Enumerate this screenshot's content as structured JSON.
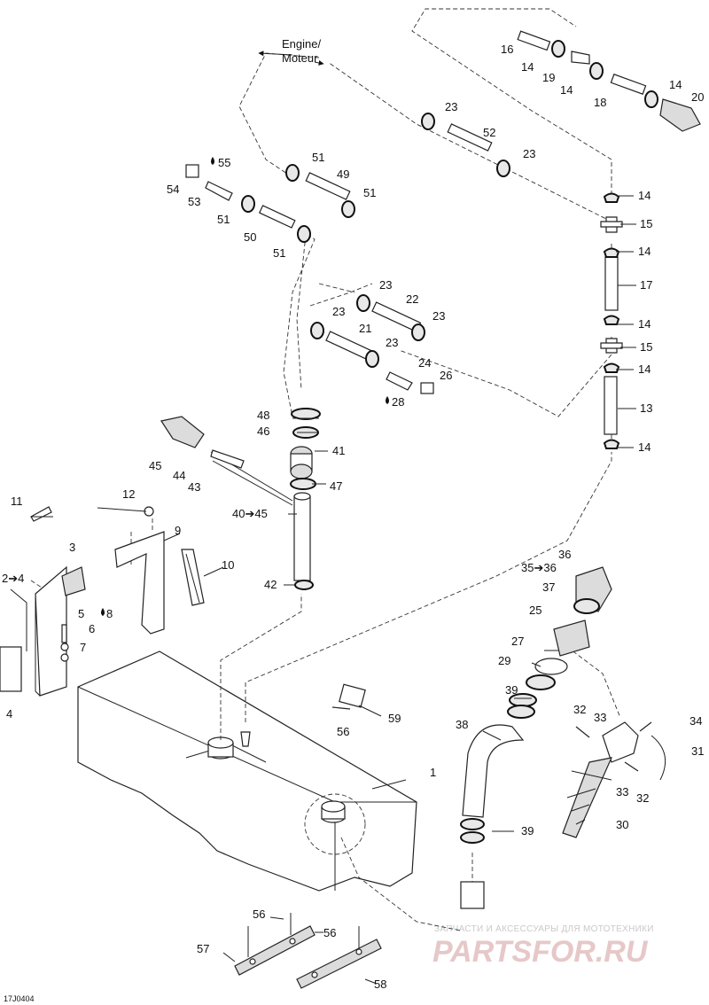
{
  "engine_label_line1": "Engine/",
  "engine_label_line2": "Moteur",
  "diagram_code": "17J0404",
  "watermark_top": "ЗАПЧАСТИ И АКСЕССУАРЫ ДЛЯ МОТОТЕХНИКИ",
  "watermark_logo": "PARTSFOR.RU",
  "callouts": [
    {
      "id": "c1",
      "text": "1"
    },
    {
      "id": "c2",
      "text": "2➔4"
    },
    {
      "id": "c3",
      "text": "3"
    },
    {
      "id": "c4",
      "text": "4"
    },
    {
      "id": "c5",
      "text": "5"
    },
    {
      "id": "c6",
      "text": "6"
    },
    {
      "id": "c7",
      "text": "7"
    },
    {
      "id": "c8",
      "text": "8"
    },
    {
      "id": "c9",
      "text": "9"
    },
    {
      "id": "c10",
      "text": "10"
    },
    {
      "id": "c11",
      "text": "11"
    },
    {
      "id": "c12",
      "text": "12"
    },
    {
      "id": "c13",
      "text": "13"
    },
    {
      "id": "c14a",
      "text": "14"
    },
    {
      "id": "c14b",
      "text": "14"
    },
    {
      "id": "c14c",
      "text": "14"
    },
    {
      "id": "c14d",
      "text": "14"
    },
    {
      "id": "c14e",
      "text": "14"
    },
    {
      "id": "c14f",
      "text": "14"
    },
    {
      "id": "c14g",
      "text": "14"
    },
    {
      "id": "c14h",
      "text": "14"
    },
    {
      "id": "c14i",
      "text": "14"
    },
    {
      "id": "c15a",
      "text": "15"
    },
    {
      "id": "c15b",
      "text": "15"
    },
    {
      "id": "c16",
      "text": "16"
    },
    {
      "id": "c17",
      "text": "17"
    },
    {
      "id": "c18",
      "text": "18"
    },
    {
      "id": "c19",
      "text": "19"
    },
    {
      "id": "c20",
      "text": "20"
    },
    {
      "id": "c21",
      "text": "21"
    },
    {
      "id": "c22",
      "text": "22"
    },
    {
      "id": "c23a",
      "text": "23"
    },
    {
      "id": "c23b",
      "text": "23"
    },
    {
      "id": "c23c",
      "text": "23"
    },
    {
      "id": "c23d",
      "text": "23"
    },
    {
      "id": "c23e",
      "text": "23"
    },
    {
      "id": "c23f",
      "text": "23"
    },
    {
      "id": "c24",
      "text": "24"
    },
    {
      "id": "c25",
      "text": "25"
    },
    {
      "id": "c26",
      "text": "26"
    },
    {
      "id": "c27",
      "text": "27"
    },
    {
      "id": "c28",
      "text": "28"
    },
    {
      "id": "c29",
      "text": "29"
    },
    {
      "id": "c30",
      "text": "30"
    },
    {
      "id": "c31",
      "text": "31"
    },
    {
      "id": "c32a",
      "text": "32"
    },
    {
      "id": "c32b",
      "text": "32"
    },
    {
      "id": "c33a",
      "text": "33"
    },
    {
      "id": "c33b",
      "text": "33"
    },
    {
      "id": "c34",
      "text": "34"
    },
    {
      "id": "c35",
      "text": "35➔36"
    },
    {
      "id": "c36",
      "text": "36"
    },
    {
      "id": "c37",
      "text": "37"
    },
    {
      "id": "c38",
      "text": "38"
    },
    {
      "id": "c39a",
      "text": "39"
    },
    {
      "id": "c39b",
      "text": "39"
    },
    {
      "id": "c40",
      "text": "40➔45"
    },
    {
      "id": "c41",
      "text": "41"
    },
    {
      "id": "c42",
      "text": "42"
    },
    {
      "id": "c43",
      "text": "43"
    },
    {
      "id": "c44",
      "text": "44"
    },
    {
      "id": "c45",
      "text": "45"
    },
    {
      "id": "c46",
      "text": "46"
    },
    {
      "id": "c47",
      "text": "47"
    },
    {
      "id": "c48",
      "text": "48"
    },
    {
      "id": "c49",
      "text": "49"
    },
    {
      "id": "c50",
      "text": "50"
    },
    {
      "id": "c51a",
      "text": "51"
    },
    {
      "id": "c51b",
      "text": "51"
    },
    {
      "id": "c51c",
      "text": "51"
    },
    {
      "id": "c51d",
      "text": "51"
    },
    {
      "id": "c52",
      "text": "52"
    },
    {
      "id": "c53",
      "text": "53"
    },
    {
      "id": "c54",
      "text": "54"
    },
    {
      "id": "c55",
      "text": "55"
    },
    {
      "id": "c56a",
      "text": "56"
    },
    {
      "id": "c56b",
      "text": "56"
    },
    {
      "id": "c56c",
      "text": "56"
    },
    {
      "id": "c57",
      "text": "57"
    },
    {
      "id": "c58",
      "text": "58"
    },
    {
      "id": "c59",
      "text": "59"
    }
  ]
}
